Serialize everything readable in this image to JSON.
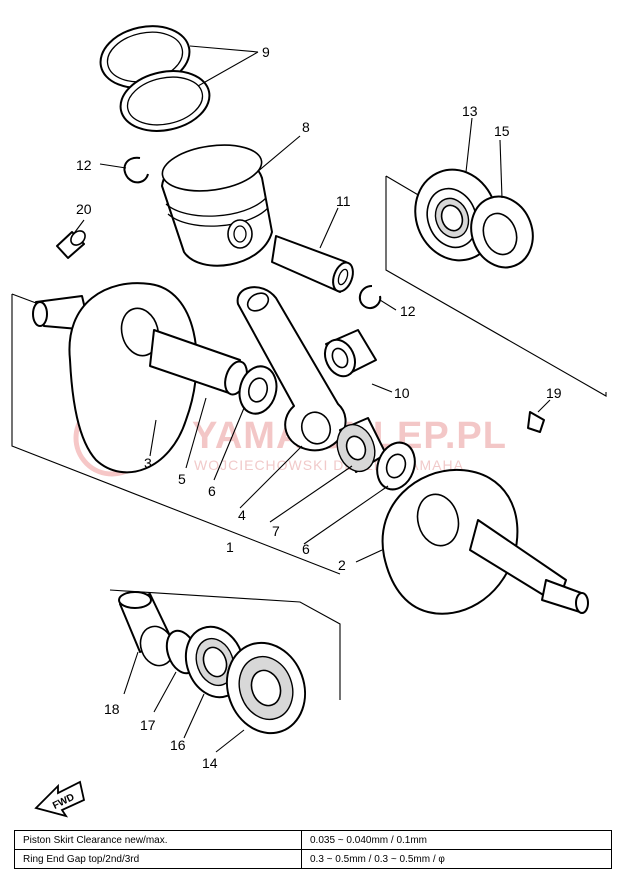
{
  "watermark": {
    "text": "YAMA-SKLEP.PL",
    "subtext": "WOJCIECHOWSKI DEALER YAMAHA",
    "logo": "yamaha-tuning-fork-logo"
  },
  "callouts": [
    {
      "id": "9a",
      "text": "9"
    },
    {
      "id": "8",
      "text": "8"
    },
    {
      "id": "12a",
      "text": "12"
    },
    {
      "id": "20",
      "text": "20"
    },
    {
      "id": "11",
      "text": "11"
    },
    {
      "id": "13",
      "text": "13"
    },
    {
      "id": "15",
      "text": "15"
    },
    {
      "id": "12b",
      "text": "12"
    },
    {
      "id": "10",
      "text": "10"
    },
    {
      "id": "19",
      "text": "19"
    },
    {
      "id": "3",
      "text": "3"
    },
    {
      "id": "5",
      "text": "5"
    },
    {
      "id": "6a",
      "text": "6"
    },
    {
      "id": "4",
      "text": "4"
    },
    {
      "id": "1",
      "text": "1"
    },
    {
      "id": "7",
      "text": "7"
    },
    {
      "id": "6b",
      "text": "6"
    },
    {
      "id": "2",
      "text": "2"
    },
    {
      "id": "18",
      "text": "18"
    },
    {
      "id": "17",
      "text": "17"
    },
    {
      "id": "16",
      "text": "16"
    },
    {
      "id": "14",
      "text": "14"
    }
  ],
  "fwd_marker": {
    "text": "FWD",
    "icon": "forward-arrow-icon"
  },
  "spec_table": {
    "rows": [
      {
        "label": "Piston Skirt Clearance new/max.",
        "value": "0.035 ~ 0.040mm / 0.1mm"
      },
      {
        "label": "Ring End Gap top/2nd/3rd",
        "value": "0.3 ~ 0.5mm / 0.3 ~ 0.5mm / φ"
      }
    ]
  }
}
